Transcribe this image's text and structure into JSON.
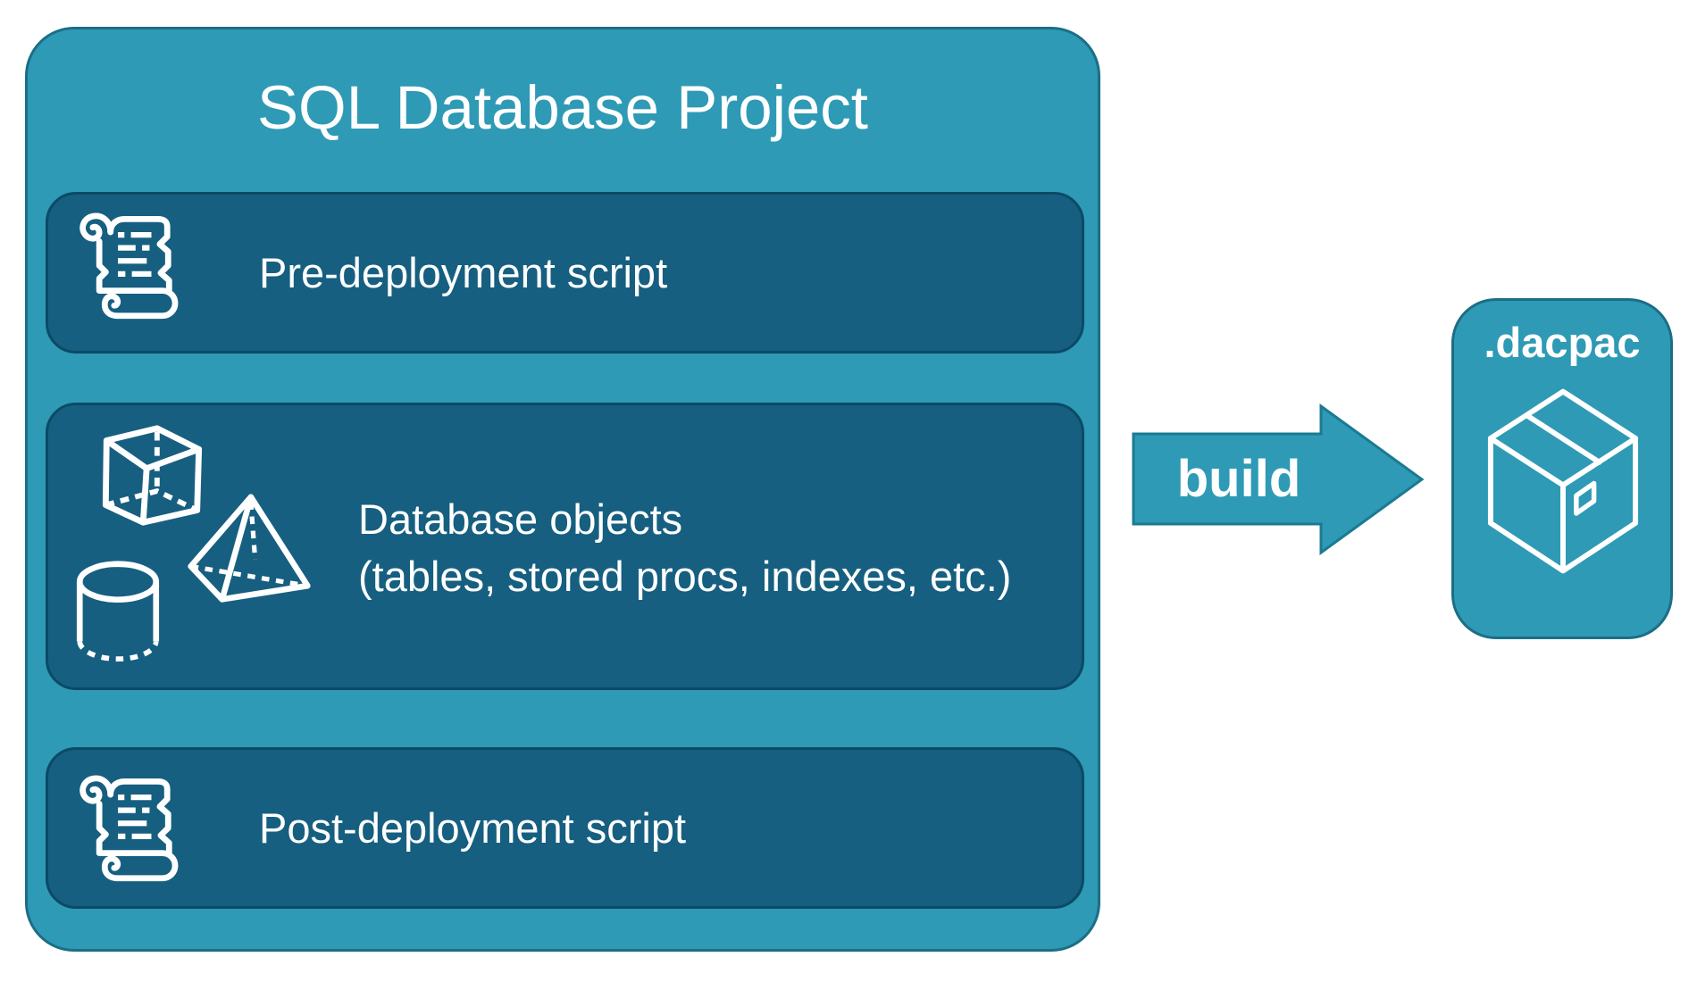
{
  "diagram": {
    "project": {
      "title": "SQL Database Project",
      "items": [
        {
          "label": "Pre-deployment script",
          "icon": "scroll-icon"
        },
        {
          "label": "Database objects",
          "sublabel": "(tables, stored procs, indexes, etc.)",
          "icon": "geometric-shapes-icon"
        },
        {
          "label": "Post-deployment script",
          "icon": "scroll-icon"
        }
      ]
    },
    "arrow": {
      "label": "build",
      "direction": "right"
    },
    "output": {
      "label": ".dacpac",
      "icon": "package-icon"
    }
  },
  "colors": {
    "teal": "#2E9AB5",
    "teal_border": "#1B6E86",
    "panel_dark": "#165F80",
    "panel_dark_border": "#0B4A66",
    "text": "#FFFFFF",
    "background": "#FFFFFF"
  }
}
